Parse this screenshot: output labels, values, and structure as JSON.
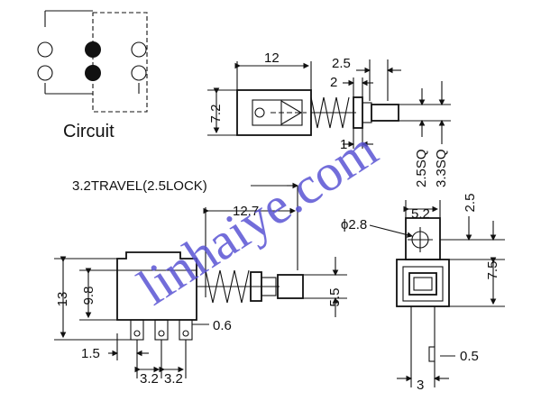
{
  "circuit": {
    "caption": "Circuit"
  },
  "top_view": {
    "dims": {
      "length": "12",
      "pitch": "2.5",
      "bush": "2",
      "height": "7.2",
      "gap": "1",
      "sq1": "2.5SQ",
      "sq2": "3.3SQ"
    }
  },
  "side_view": {
    "travel_note": "3.2TRAVEL(2.5LOCK)",
    "dims": {
      "length": "12.7",
      "height": "13",
      "body": "9.8",
      "pin_offset": "1.5",
      "pitch_a": "3.2",
      "pitch_b": "3.2",
      "pin_thk": "0.6",
      "knob": "5.5"
    }
  },
  "front_view": {
    "dims": {
      "hole": "ϕ2.8",
      "width": "5.2",
      "offset": "2.5",
      "height": "7.5",
      "pin": "0.5",
      "pin_pitch": "3"
    }
  },
  "watermark": "linhaiye.com"
}
